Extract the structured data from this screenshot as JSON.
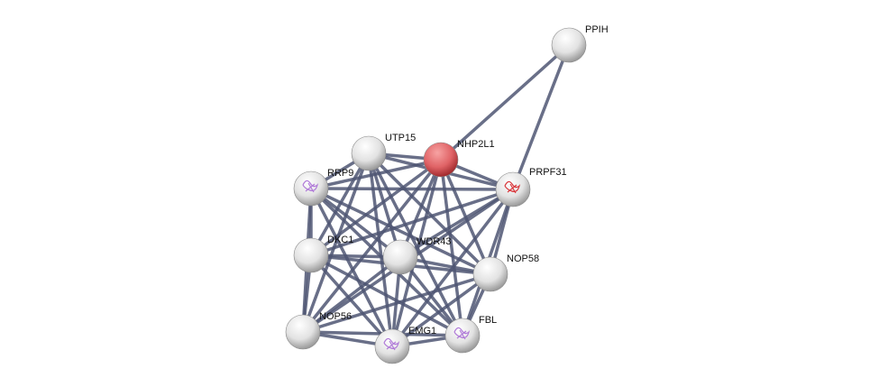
{
  "network": {
    "nodes": [
      {
        "id": "PPIH",
        "query": false,
        "structure": false
      },
      {
        "id": "NHP2L1",
        "query": true,
        "structure": false
      },
      {
        "id": "UTP15",
        "query": false,
        "structure": false
      },
      {
        "id": "RRP9",
        "query": false,
        "structure": true
      },
      {
        "id": "PRPF31",
        "query": false,
        "structure": true
      },
      {
        "id": "DKC1",
        "query": false,
        "structure": false
      },
      {
        "id": "WDR43",
        "query": false,
        "structure": false
      },
      {
        "id": "NOP58",
        "query": false,
        "structure": false
      },
      {
        "id": "NOP56",
        "query": false,
        "structure": false
      },
      {
        "id": "EMG1",
        "query": false,
        "structure": true
      },
      {
        "id": "FBL",
        "query": false,
        "structure": true
      }
    ],
    "edges": [
      [
        "PPIH",
        "NHP2L1"
      ],
      [
        "PPIH",
        "PRPF31"
      ],
      [
        "NHP2L1",
        "PRPF31"
      ],
      [
        "NHP2L1",
        "UTP15"
      ],
      [
        "NHP2L1",
        "RRP9"
      ],
      [
        "NHP2L1",
        "DKC1"
      ],
      [
        "NHP2L1",
        "WDR43"
      ],
      [
        "NHP2L1",
        "NOP58"
      ],
      [
        "NHP2L1",
        "NOP56"
      ],
      [
        "NHP2L1",
        "EMG1"
      ],
      [
        "NHP2L1",
        "FBL"
      ],
      [
        "UTP15",
        "RRP9"
      ],
      [
        "UTP15",
        "PRPF31"
      ],
      [
        "UTP15",
        "DKC1"
      ],
      [
        "UTP15",
        "WDR43"
      ],
      [
        "UTP15",
        "NOP58"
      ],
      [
        "UTP15",
        "NOP56"
      ],
      [
        "UTP15",
        "EMG1"
      ],
      [
        "UTP15",
        "FBL"
      ],
      [
        "RRP9",
        "PRPF31"
      ],
      [
        "RRP9",
        "DKC1"
      ],
      [
        "RRP9",
        "WDR43"
      ],
      [
        "RRP9",
        "NOP58"
      ],
      [
        "RRP9",
        "NOP56"
      ],
      [
        "RRP9",
        "EMG1"
      ],
      [
        "RRP9",
        "FBL"
      ],
      [
        "PRPF31",
        "DKC1"
      ],
      [
        "PRPF31",
        "WDR43"
      ],
      [
        "PRPF31",
        "NOP58"
      ],
      [
        "PRPF31",
        "NOP56"
      ],
      [
        "PRPF31",
        "EMG1"
      ],
      [
        "PRPF31",
        "FBL"
      ],
      [
        "DKC1",
        "WDR43"
      ],
      [
        "DKC1",
        "NOP58"
      ],
      [
        "DKC1",
        "NOP56"
      ],
      [
        "DKC1",
        "EMG1"
      ],
      [
        "DKC1",
        "FBL"
      ],
      [
        "WDR43",
        "NOP58"
      ],
      [
        "WDR43",
        "NOP56"
      ],
      [
        "WDR43",
        "EMG1"
      ],
      [
        "WDR43",
        "FBL"
      ],
      [
        "NOP58",
        "NOP56"
      ],
      [
        "NOP58",
        "EMG1"
      ],
      [
        "NOP58",
        "FBL"
      ],
      [
        "NOP56",
        "EMG1"
      ],
      [
        "NOP56",
        "FBL"
      ],
      [
        "EMG1",
        "FBL"
      ]
    ],
    "colors": {
      "edge": "#4f5673",
      "query_node": "#e05a5e",
      "node": "#e6e6e6",
      "structure": "#b07ad8",
      "structure_red": "#d9363b"
    }
  }
}
